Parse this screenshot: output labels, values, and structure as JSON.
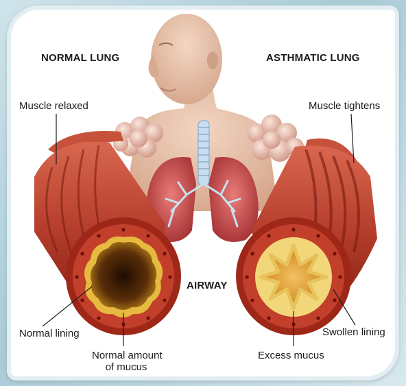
{
  "headings": {
    "normal": "NORMAL LUNG",
    "asthmatic": "ASTHMATIC LUNG",
    "airway": "AIRWAY"
  },
  "labels": {
    "muscle_relaxed": "Muscle relaxed",
    "muscle_tightens": "Muscle tightens",
    "normal_lining": "Normal lining",
    "swollen_lining": "Swollen lining",
    "normal_mucus_line1": "Normal amount",
    "normal_mucus_line2": "of mucus",
    "excess_mucus": "Excess mucus"
  },
  "colors": {
    "airway_dark": "#8e1e14",
    "airway_mid": "#c04a35",
    "airway_light": "#e2846a",
    "lining": "#e9c24a",
    "mucus": "#6b3a0c",
    "lung": "#c94a4a",
    "bronchi": "#bcd8ea",
    "skin": "#e7c3ad"
  }
}
